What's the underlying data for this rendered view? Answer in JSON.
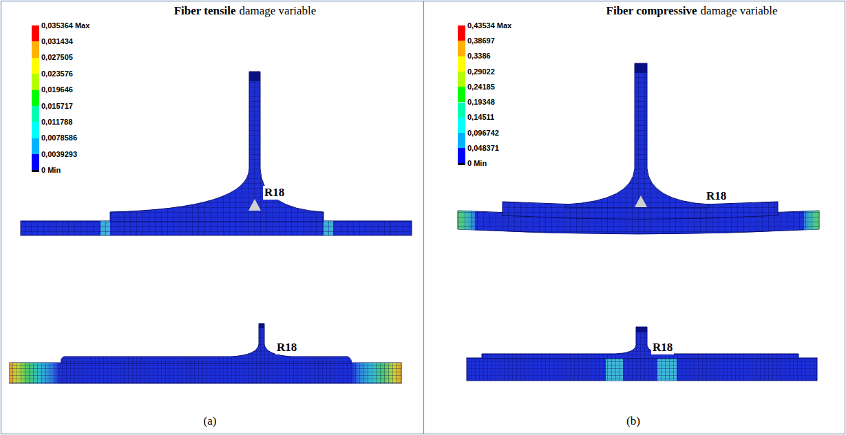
{
  "diagram": {
    "labels": [
      "Fiber tensile",
      "damage variable",
      "Fiber compressive",
      "damage variable",
      "R18",
      "R18",
      "R18",
      "R18",
      "(a)",
      "(b)"
    ],
    "legend": [
      {
        "text": "0,035364 Max",
        "color": "#ff0000"
      },
      {
        "text": "0,031434",
        "color": "#ffb200"
      },
      {
        "text": "0,027505",
        "color": "#ffff00"
      },
      {
        "text": "0,023576",
        "color": "#b3ff00"
      },
      {
        "text": "0,019646",
        "color": "#00ff00"
      },
      {
        "text": "0,015717",
        "color": "#00ffb3"
      },
      {
        "text": "0,011788",
        "color": "#00ffff"
      },
      {
        "text": "0,0078586",
        "color": "#00b3ff"
      },
      {
        "text": "0,0039293",
        "color": "#0000ff"
      },
      {
        "text": "0 Min",
        "color": "#000000"
      },
      {
        "text": "0,43534 Max",
        "color": "#ff0000"
      },
      {
        "text": "0,38697",
        "color": "#ffb200"
      },
      {
        "text": "0,3386",
        "color": "#ffff00"
      },
      {
        "text": "0,29022",
        "color": "#b3ff00"
      },
      {
        "text": "0,24185",
        "color": "#00ff00"
      },
      {
        "text": "0,19348",
        "color": "#00ffb3"
      },
      {
        "text": "0,14511",
        "color": "#00ffff"
      },
      {
        "text": "0,096742",
        "color": "#00b3ff"
      },
      {
        "text": "0,048371",
        "color": "#0000ff"
      },
      {
        "text": "0 Min",
        "color": "#000000"
      }
    ]
  }
}
